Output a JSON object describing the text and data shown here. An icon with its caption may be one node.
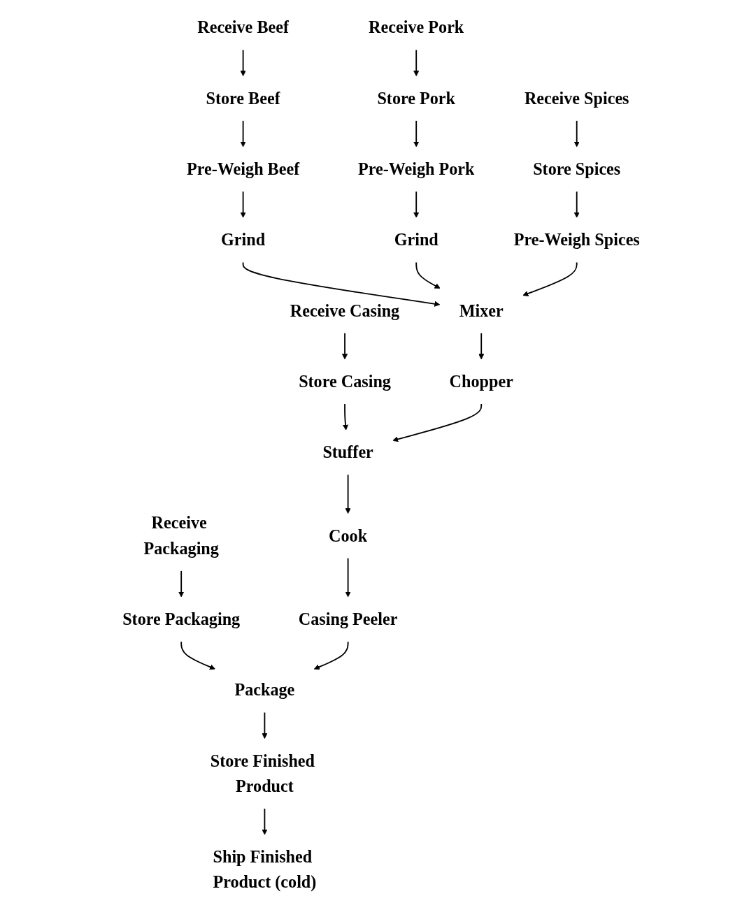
{
  "diagram": {
    "nodes": [
      {
        "text": [
          "Receive Casing"
        ]
      },
      {
        "text": [
          "Receive Beef"
        ]
      },
      {
        "text": [
          "Receive Pork"
        ]
      },
      {
        "text": [
          "Receive Spices"
        ]
      },
      {
        "text": [
          "Receive Packaging"
        ]
      },
      {
        "text": [
          "Store Casing"
        ]
      },
      {
        "text": [
          "Store Beef"
        ]
      },
      {
        "text": [
          "Store Pork"
        ]
      },
      {
        "text": [
          "Store Spices"
        ]
      },
      {
        "text": [
          "Store Packaging"
        ]
      },
      {
        "text": [
          "Pre-Weigh Beef"
        ]
      },
      {
        "text": [
          "Pre-Weigh Pork"
        ]
      },
      {
        "text": [
          "Pre-Weigh Spices"
        ]
      },
      {
        "text": [
          "Grind"
        ]
      },
      {
        "text": [
          "Grind"
        ]
      },
      {
        "text": [
          "Mixer"
        ]
      },
      {
        "text": [
          "Chopper"
        ]
      },
      {
        "text": [
          "Stuffer"
        ]
      },
      {
        "text": [
          "Cook"
        ]
      },
      {
        "text": [
          "Casing Peeler"
        ]
      },
      {
        "text": [
          "Package"
        ]
      },
      {
        "text": [
          "Store Finished Product"
        ]
      },
      {
        "text": [
          "Ship Finished Product (cold)"
        ]
      }
    ],
    "edges": [
      {
        "from": 0,
        "to": 5,
        "arrow": "to"
      },
      {
        "from": 1,
        "to": 6,
        "arrow": "to"
      },
      {
        "from": 2,
        "to": 7,
        "arrow": "to"
      },
      {
        "from": 3,
        "to": 8,
        "arrow": "to"
      },
      {
        "from": 4,
        "to": 9,
        "arrow": "to"
      },
      {
        "from": 6,
        "to": 10,
        "arrow": "to"
      },
      {
        "from": 7,
        "to": 11,
        "arrow": "to"
      },
      {
        "from": 8,
        "to": 12,
        "arrow": "to"
      },
      {
        "from": 10,
        "to": 13,
        "arrow": "to"
      },
      {
        "from": 11,
        "to": 14,
        "arrow": "to"
      },
      {
        "from": 13,
        "to": 15,
        "arrow": "to"
      },
      {
        "from": 14,
        "to": 15,
        "arrow": "to"
      },
      {
        "from": 12,
        "to": 15,
        "arrow": "to"
      },
      {
        "from": 5,
        "to": 17,
        "arrow": "to"
      },
      {
        "from": 9,
        "to": 20,
        "arrow": "to"
      },
      {
        "from": 15,
        "to": 16,
        "arrow": "to"
      },
      {
        "from": 16,
        "to": 17,
        "arrow": "to"
      },
      {
        "from": 17,
        "to": 18,
        "arrow": "to"
      },
      {
        "from": 18,
        "to": 19,
        "arrow": "to"
      },
      {
        "from": 19,
        "to": 20,
        "arrow": "to"
      },
      {
        "from": 20,
        "to": 21,
        "arrow": "to"
      },
      {
        "from": 21,
        "to": 22,
        "arrow": "to"
      }
    ]
  }
}
